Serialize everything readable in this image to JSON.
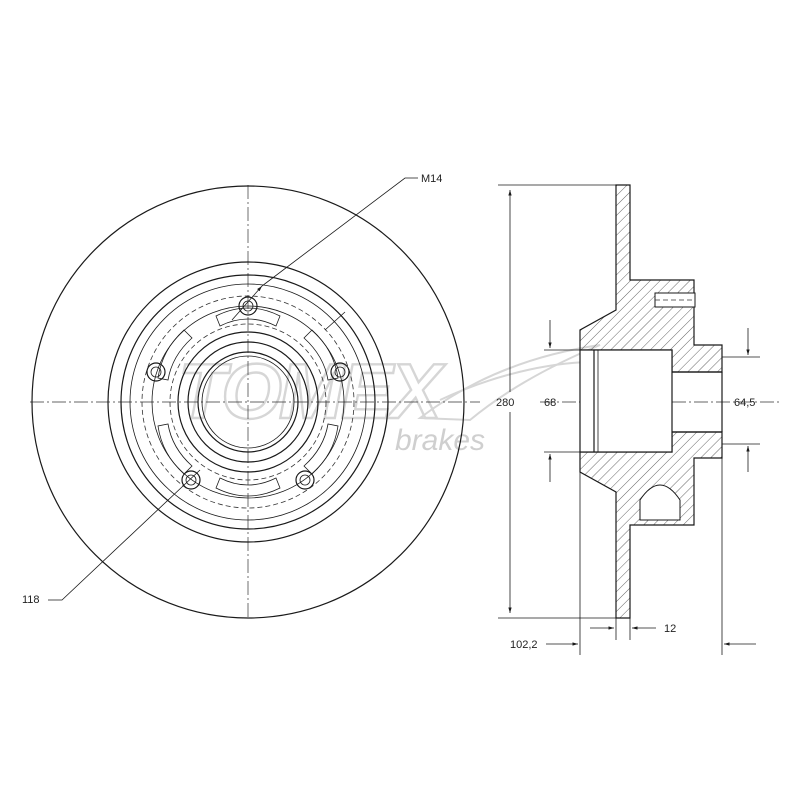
{
  "labels": {
    "bolt_thread": "M14",
    "pcd": "118",
    "outer_diameter": "280",
    "centre_bore": "68",
    "hub_diameter": "64,5",
    "overall_height": "102,2",
    "thickness": "12"
  },
  "watermark": {
    "brand": "TOMEX",
    "sub": "brakes"
  },
  "colors": {
    "line": "#1a1a1a",
    "hatch": "#555555",
    "watermark": "#d6d6d6",
    "background": "#ffffff"
  }
}
